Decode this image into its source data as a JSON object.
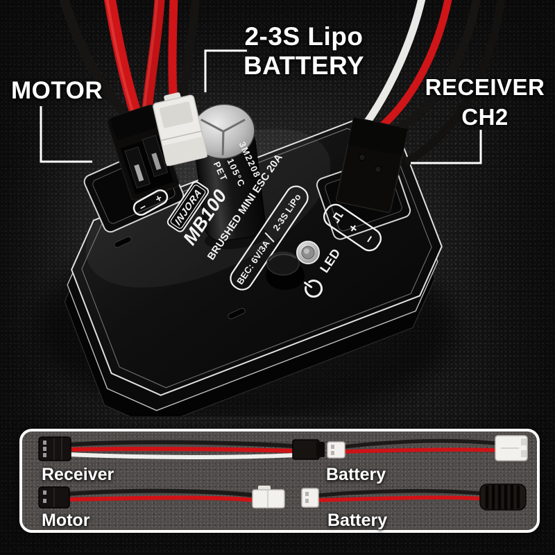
{
  "annotations": {
    "motor": "MOTOR",
    "battery_line1": "2-3S Lipo",
    "battery_line2": "BATTERY",
    "receiver_line1": "RECEIVER",
    "receiver_line2": "CH2"
  },
  "esc": {
    "brand": "INJORA",
    "model": "MB100",
    "title": "BRUSHED MINI ESC 20A",
    "spec_bec": "BEC: 6V/3A",
    "spec_lipo": "2-3S LiPo",
    "led_label": "LED",
    "motor_port_minus": "−",
    "motor_port_plus": "+",
    "battery_port_plus": "+",
    "battery_port_minus": "−",
    "capacitor_code": "3M2208",
    "capacitor_temp": "105°C",
    "capacitor_material": "PET"
  },
  "panel": {
    "cables": [
      {
        "label": "Receiver"
      },
      {
        "label": "Battery"
      },
      {
        "label": "Motor"
      },
      {
        "label": "Battery"
      }
    ]
  },
  "colors": {
    "wire_red": "#cf1518",
    "wire_black": "#191715",
    "wire_white": "#e9e9e7",
    "label_text": "#ffffff",
    "panel_border": "#ffffff",
    "case_silver_edge": "#d6d6d6"
  }
}
